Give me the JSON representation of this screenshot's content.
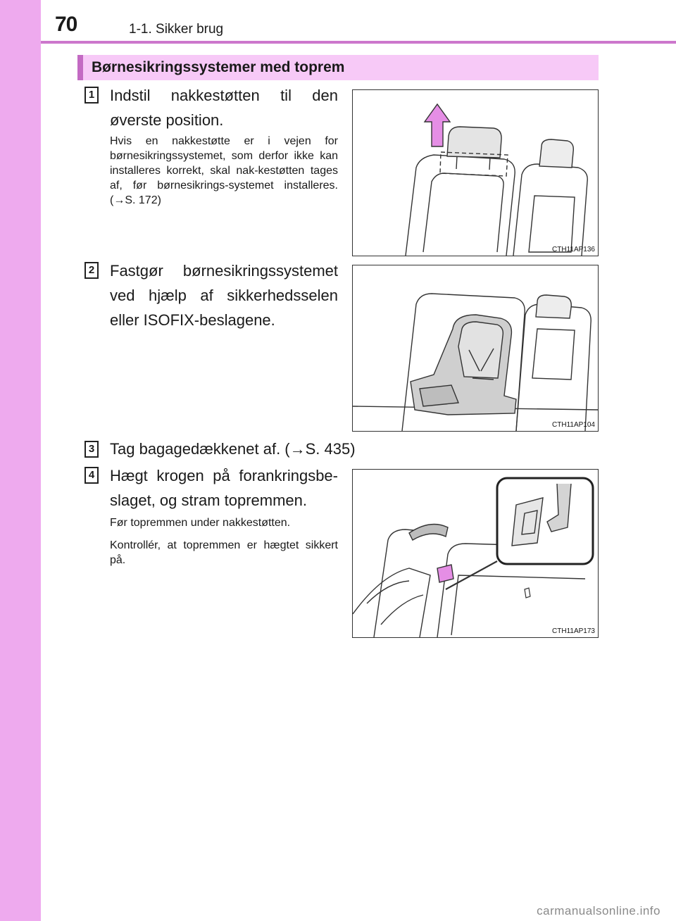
{
  "header": {
    "page_number": "70",
    "chapter": "1-1. Sikker brug"
  },
  "section": {
    "title": "Børnesikringssystemer med toprem"
  },
  "steps": [
    {
      "number": "1",
      "title": "Indstil nakkestøtten til den øverste position.",
      "note": "Hvis en nakkestøtte er i vejen for børnesikringssystemet, som derfor ikke kan installeres korrekt, skal nak-kestøtten tages af, før børnesikrings-systemet installeres. (→S. 172)",
      "figure_code": "CTH11AP136"
    },
    {
      "number": "2",
      "title": "Fastgør børnesikringssystemet ved hjælp af sikkerhedsselen eller ISOFIX-beslagene.",
      "figure_code": "CTH11AP104"
    },
    {
      "number": "3",
      "title": "Tag bagagedækkenet af. (→S. 435)"
    },
    {
      "number": "4",
      "title": "Hægt krogen på forankringsbe-slaget, og stram topremmen.",
      "notes": [
        "Før topremmen under nakkestøtten.",
        "Kontrollér, at topremmen er hægtet sikkert på."
      ],
      "figure_code": "CTH11AP173"
    }
  ],
  "footer": {
    "watermark": "carmanualsonline.info"
  },
  "colors": {
    "side_tab": "#eeaaee",
    "section_bg": "#f7c9f7",
    "section_bar": "#c36ac3",
    "arrow": "#e58ee5"
  }
}
